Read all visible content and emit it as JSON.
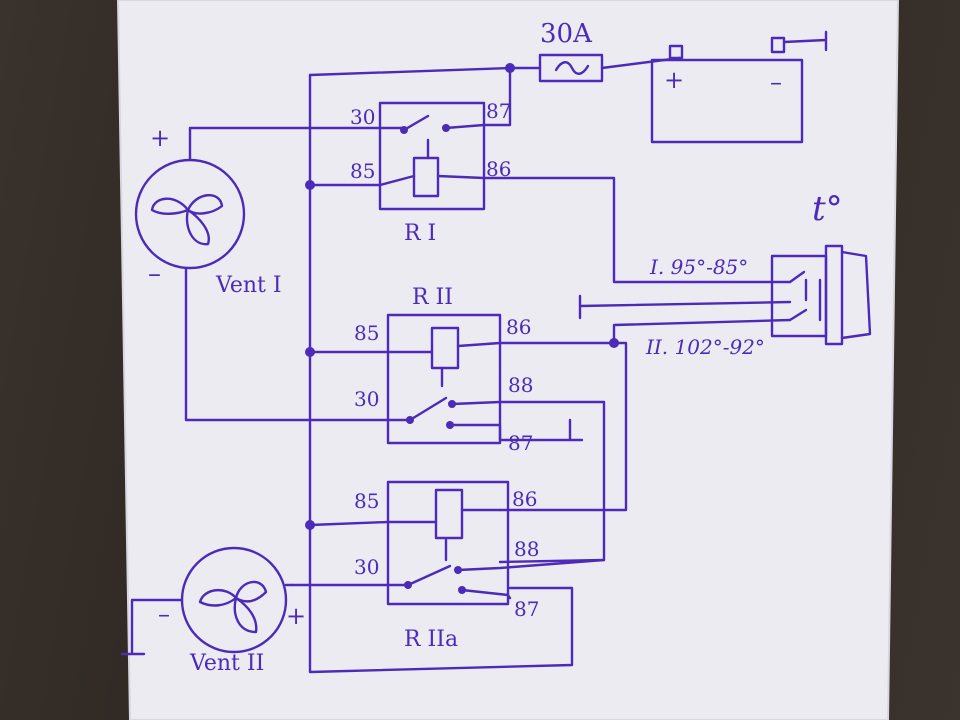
{
  "colors": {
    "ink": "#4b2bb8",
    "paper": "#ecebf2",
    "table": "#2e2824"
  },
  "fuse": {
    "label": "30A"
  },
  "battery": {
    "plus": "+",
    "minus": "–"
  },
  "fan1": {
    "label": "Vent I",
    "plus": "+",
    "minus": "–"
  },
  "fan2": {
    "label": "Vent II",
    "plus": "+",
    "minus": "–"
  },
  "relay1": {
    "name": "R I",
    "pin30": "30",
    "pin87": "87",
    "pin85": "85",
    "pin86": "86"
  },
  "relay2": {
    "name": "R II",
    "pin85": "85",
    "pin86": "86",
    "pin88": "88",
    "pin30": "30",
    "pin87": "87"
  },
  "relay2a": {
    "name": "R IIa",
    "pin85": "85",
    "pin86": "86",
    "pin88": "88",
    "pin30": "30",
    "pin87": "87"
  },
  "sensor": {
    "label": "t°",
    "stage1": "I. 95°-85°",
    "stage2": "II. 102°-92°"
  },
  "icons": [
    "fan-icon",
    "battery-icon",
    "fuse-icon",
    "relay-coil-icon",
    "ground-icon",
    "thermo-switch-icon"
  ]
}
